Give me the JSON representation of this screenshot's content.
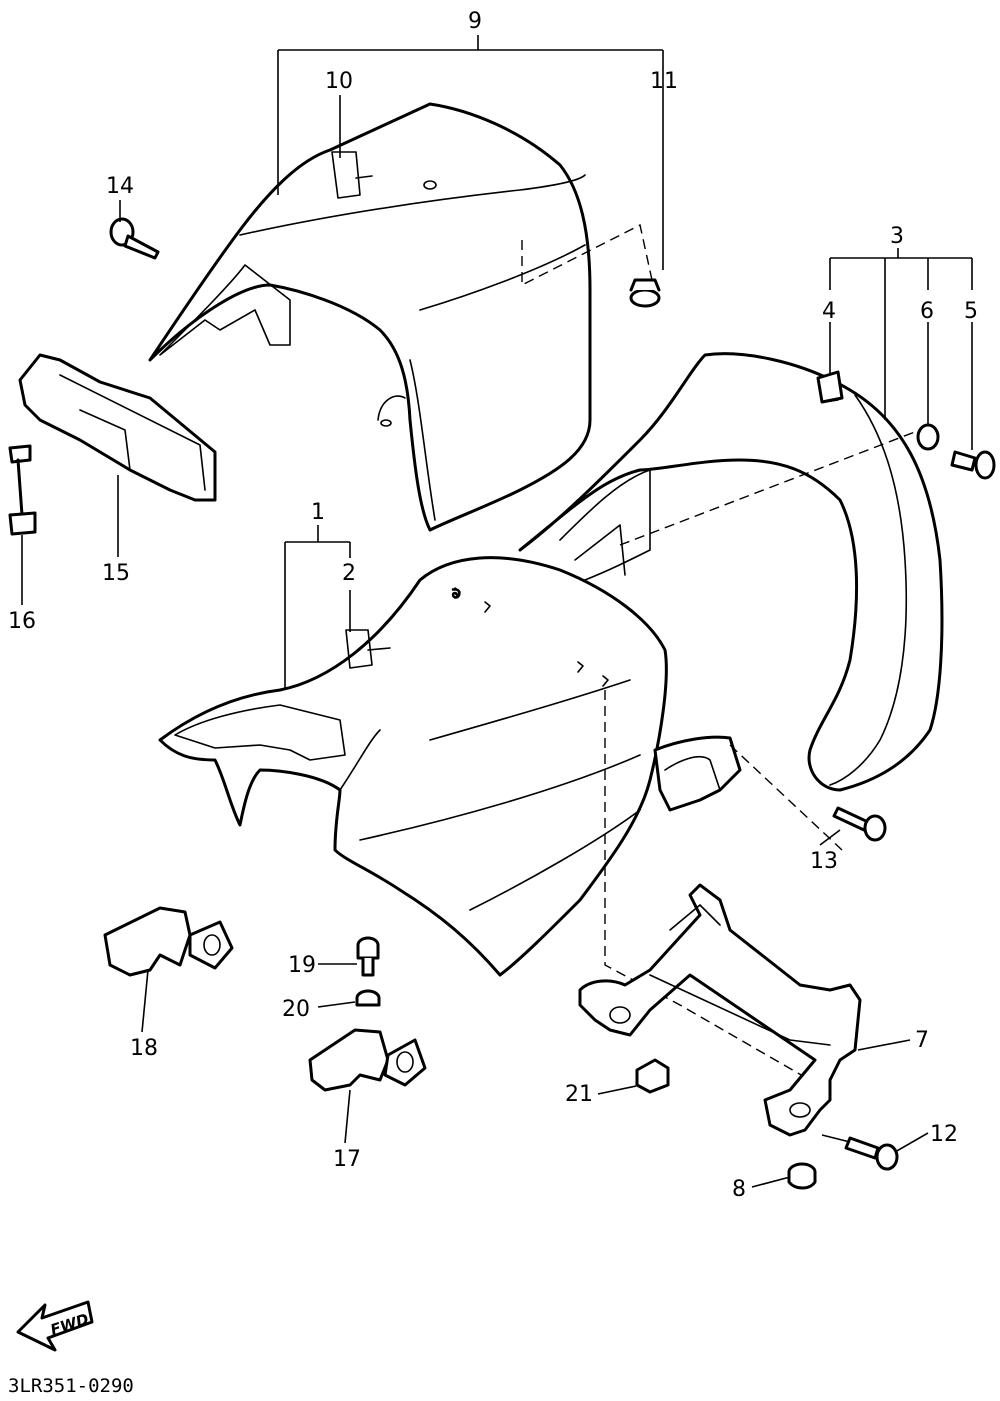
{
  "diagram": {
    "part_numbers": {
      "p1": "1",
      "p2": "2",
      "p3": "3",
      "p4": "4",
      "p5": "5",
      "p6": "6",
      "p7": "7",
      "p8": "8",
      "p9": "9",
      "p10": "10",
      "p11": "11",
      "p12": "12",
      "p13": "13",
      "p14": "14",
      "p15": "15",
      "p16": "16",
      "p17": "17",
      "p18": "18",
      "p19": "19",
      "p20": "20",
      "p21": "21"
    },
    "direction_label": "FWD",
    "diagram_code": "3LR351-0290"
  }
}
